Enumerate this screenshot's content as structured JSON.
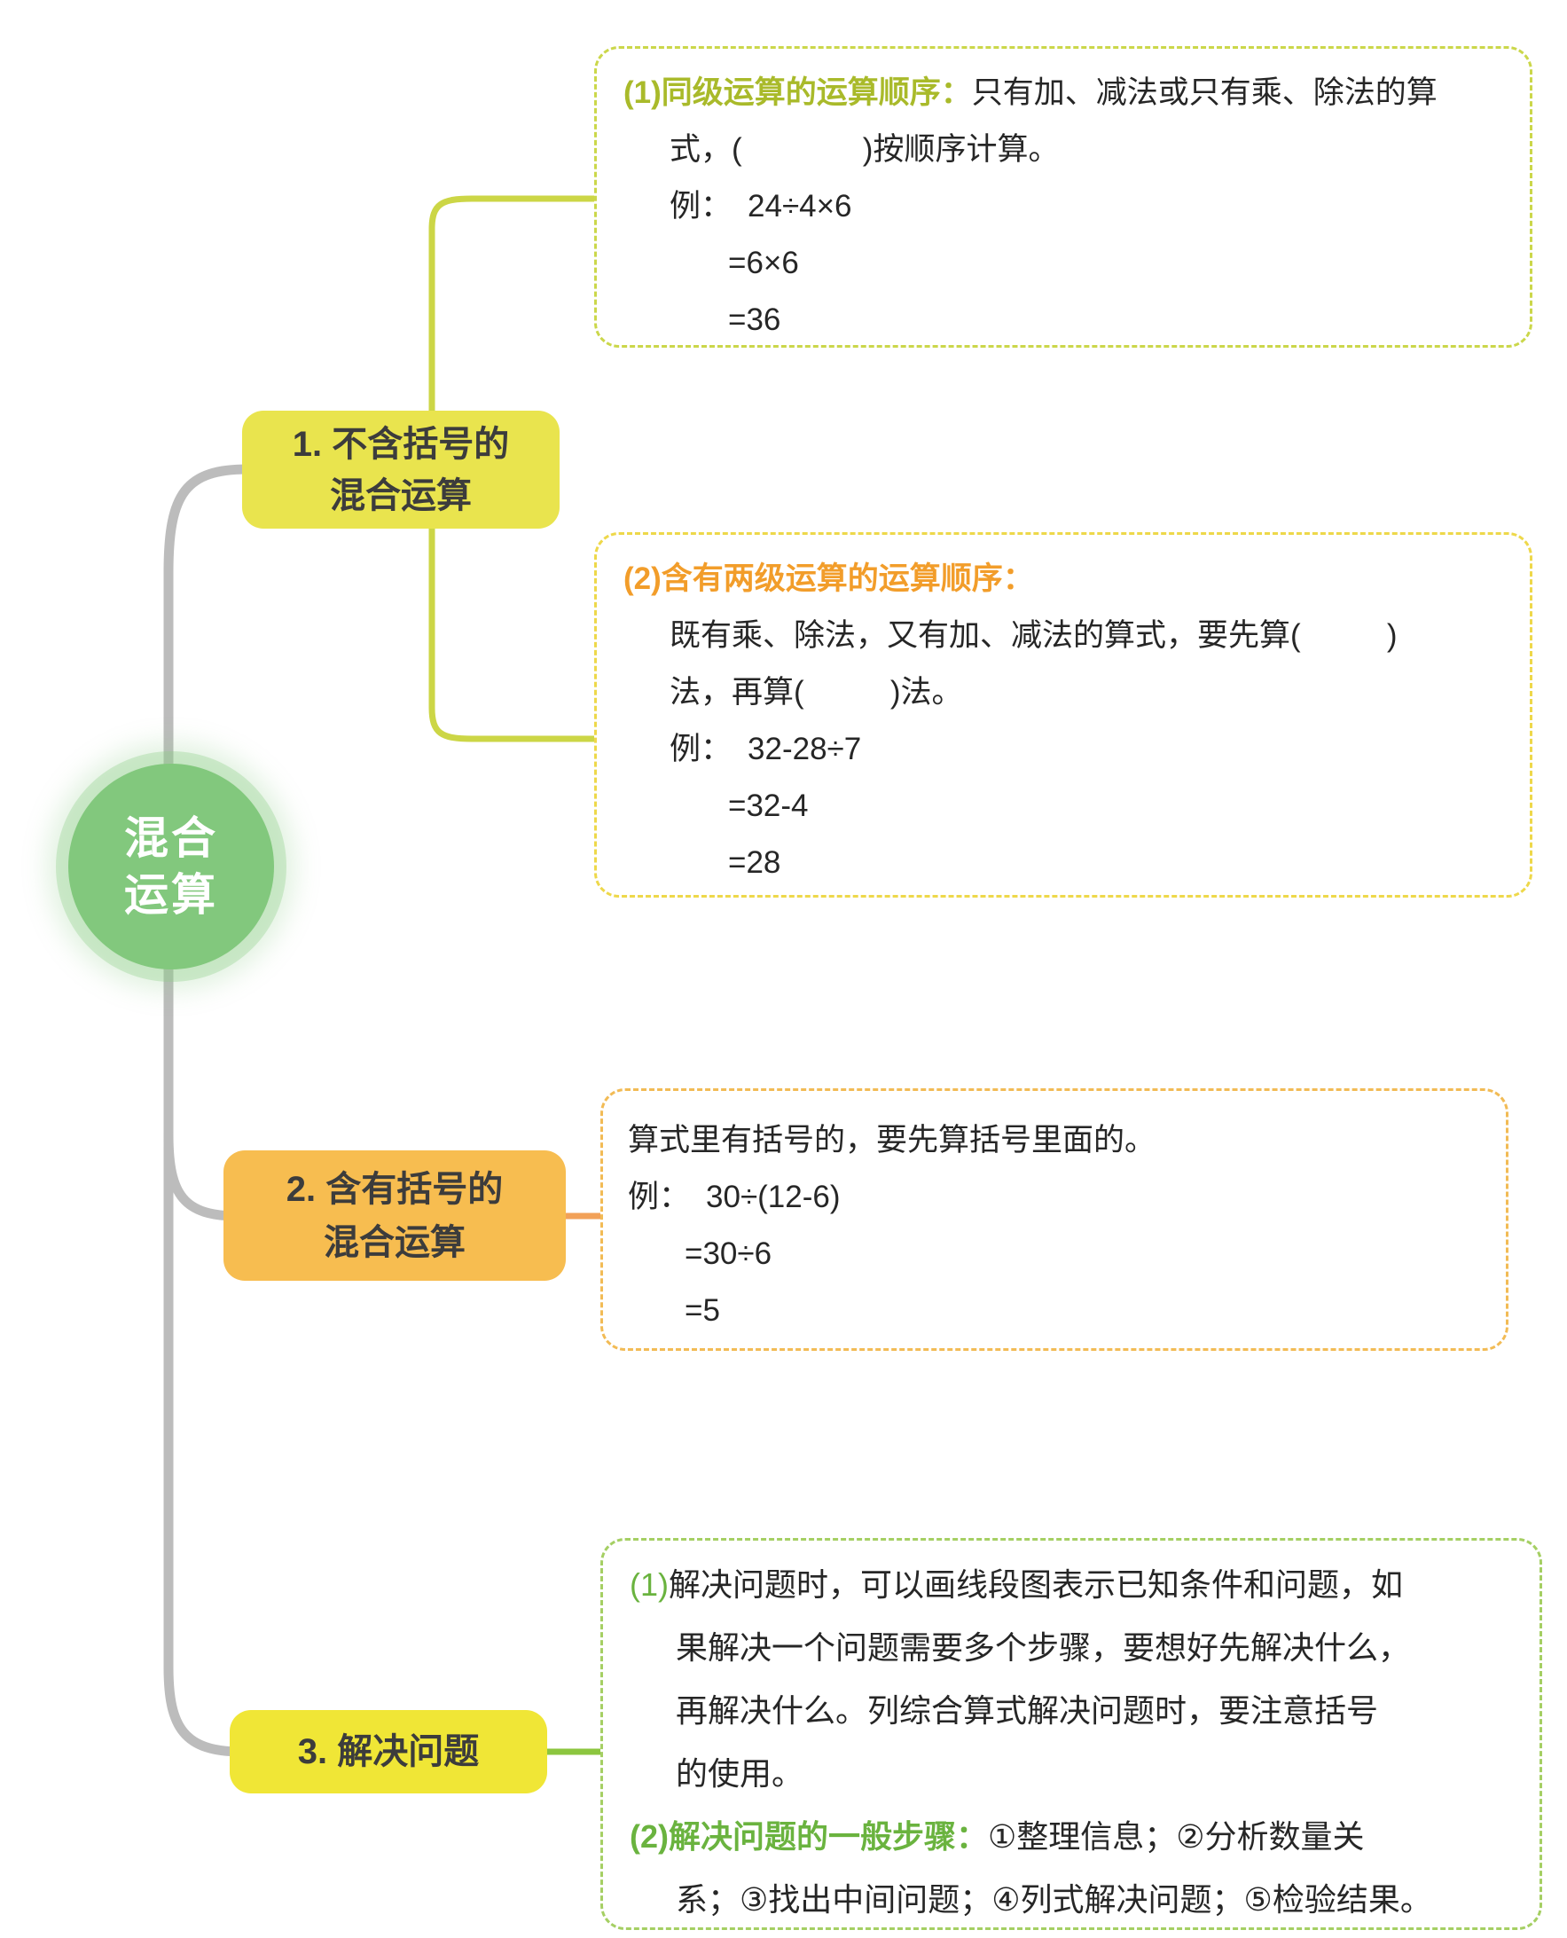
{
  "center": {
    "line1": "混合",
    "line2": "运算"
  },
  "branches": [
    {
      "line1": "1. 不含括号的",
      "line2": "混合运算"
    },
    {
      "line1": "2. 含有括号的",
      "line2": "混合运算"
    },
    {
      "line1": "3. 解决问题"
    }
  ],
  "boxes": [
    {
      "heading": "(1)同级运算的运算顺序：",
      "line1_rest": "只有加、减法或只有乘、除法的算",
      "line2": "式，(              )按顺序计算。",
      "example_label": "例：",
      "example": "24÷4×6",
      "steps": [
        "=6×6",
        "=36"
      ]
    },
    {
      "heading": "(2)含有两级运算的运算顺序：",
      "line1": "既有乘、除法，又有加、减法的算式，要先算(          )",
      "line2": "法，再算(          )法。",
      "example_label": "例：",
      "example": "32-28÷7",
      "steps": [
        "=32-4",
        "=28"
      ]
    },
    {
      "line1": "算式里有括号的，要先算括号里面的。",
      "example_label": "例：",
      "example": "30÷(12-6)",
      "steps": [
        "=30÷6",
        "=5"
      ]
    },
    {
      "item1_num": "(1)",
      "item1_lines": [
        "解决问题时，可以画线段图表示已知条件和问题，如",
        "果解决一个问题需要多个步骤，要想好先解决什么，",
        "再解决什么。列综合算式解决问题时，要注意括号",
        "的使用。"
      ],
      "item2_heading": "(2)解决问题的一般步骤：",
      "item2_line1_rest": "①整理信息；②分析数量关",
      "item2_line2": "系；③找出中间问题；④列式解决问题；⑤检验结果。"
    }
  ],
  "colors": {
    "center_green": "#82c87d",
    "node1_yellow_green": "#e9e44e",
    "node2_orange": "#f7bd50",
    "node3_yellow": "#f0e636",
    "box1_border": "#cbd74a",
    "box2_border": "#eed84a",
    "box3_border": "#f2bb55",
    "box4_border": "#a5cf63",
    "heading_yellow_green": "#a9ba2a",
    "heading_orange": "#f29d2a",
    "heading_green": "#6ab33f",
    "gray_line": "#bcbcbc"
  }
}
